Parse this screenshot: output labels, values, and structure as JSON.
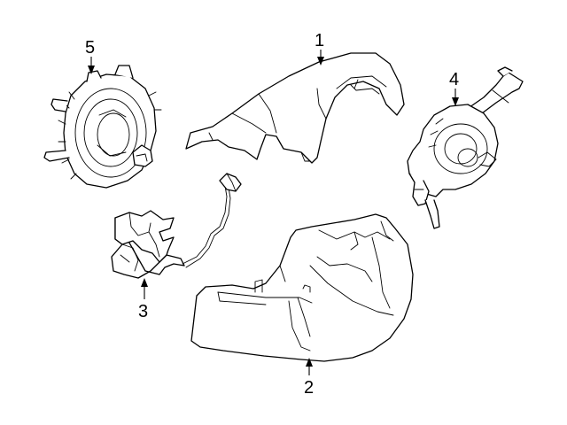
{
  "parts": [
    {
      "id": "upper-shroud",
      "number": "1"
    },
    {
      "id": "lower-shroud",
      "number": "2"
    },
    {
      "id": "wire-harness-bracket",
      "number": "3"
    },
    {
      "id": "combination-switch",
      "number": "4"
    },
    {
      "id": "clock-spring",
      "number": "5"
    }
  ],
  "colors": {
    "line": "#000000",
    "fill": "#ffffff"
  }
}
